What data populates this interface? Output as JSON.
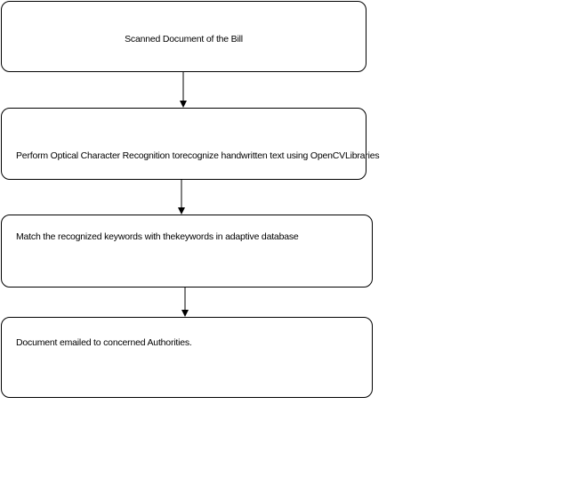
{
  "steps": [
    {
      "label": "Scanned Document of the Bill"
    },
    {
      "label": "Perform Optical Character Recognition torecognize handwritten text using OpenCVLibraries"
    },
    {
      "label": "Match the recognized keywords with thekeywords in adaptive database"
    },
    {
      "label": "Document emailed to concerned Authorities."
    }
  ],
  "colors": {
    "stroke": "#000000",
    "background": "#ffffff"
  }
}
